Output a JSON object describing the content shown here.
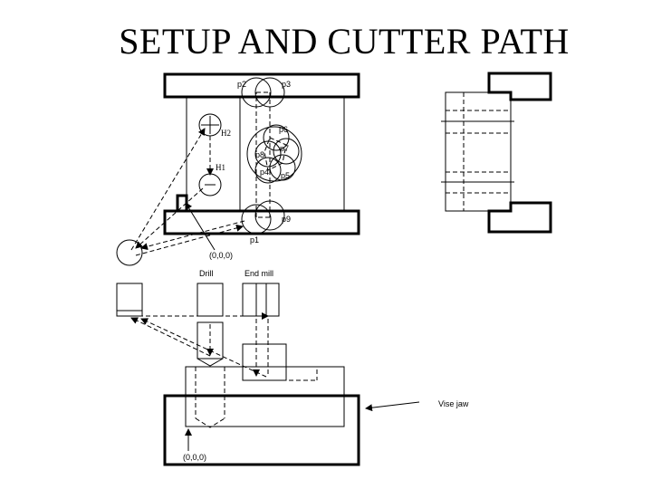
{
  "title": "SETUP AND CUTTER PATH",
  "labels": {
    "p1": "p1",
    "p2": "p2",
    "p3": "p3",
    "p4": "p4",
    "p5": "p5",
    "p6": "p6",
    "p7": "p7",
    "p8": "p8",
    "p9": "p9",
    "h1": "H1",
    "h2": "H2",
    "origin_top": "(0,0,0)",
    "origin_bottom": "(0,0,0)",
    "drill": "Drill",
    "end_mill": "End mill",
    "vise_jaw": "Vise jaw"
  }
}
